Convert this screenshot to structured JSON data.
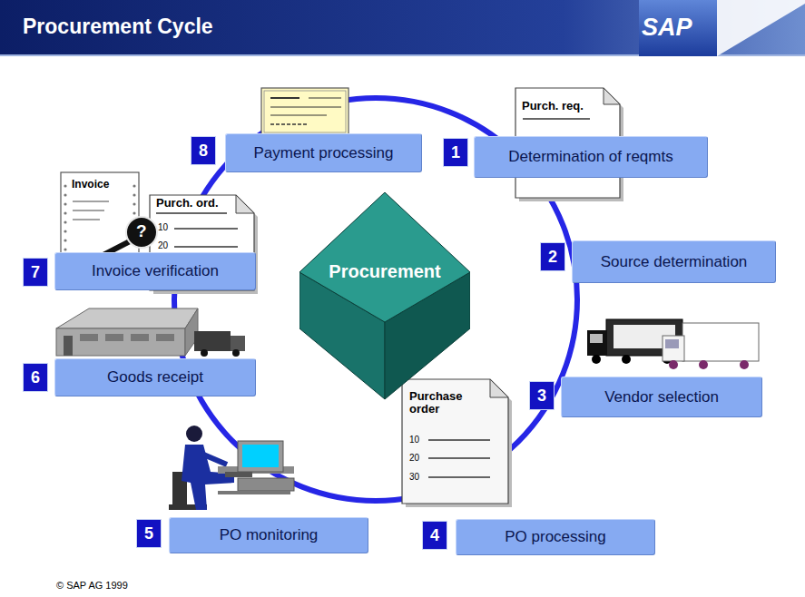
{
  "diagram": {
    "title": "Procurement Cycle",
    "nodes": [
      {
        "text": [
          "1",
          "Determination of reqmts"
        ]
      },
      {
        "text": [
          "2",
          "Source determination"
        ]
      },
      {
        "text": [
          "3",
          "Vendor selection"
        ]
      },
      {
        "text": [
          "4",
          "PO processing"
        ]
      },
      {
        "text": [
          "5",
          "PO monitoring"
        ]
      },
      {
        "text": [
          "6",
          "Goods receipt"
        ]
      },
      {
        "text": [
          "7",
          "Invoice verification"
        ]
      },
      {
        "text": [
          "8",
          "Payment processing"
        ]
      },
      {
        "text": [
          "Procurement"
        ]
      }
    ],
    "labels": [
      "SAP",
      "Purch. req.",
      "Invoice",
      "Purch. ord.",
      "10",
      "20",
      "?",
      "Purchase order",
      "10",
      "20",
      "30",
      "© SAP AG 1999"
    ]
  }
}
